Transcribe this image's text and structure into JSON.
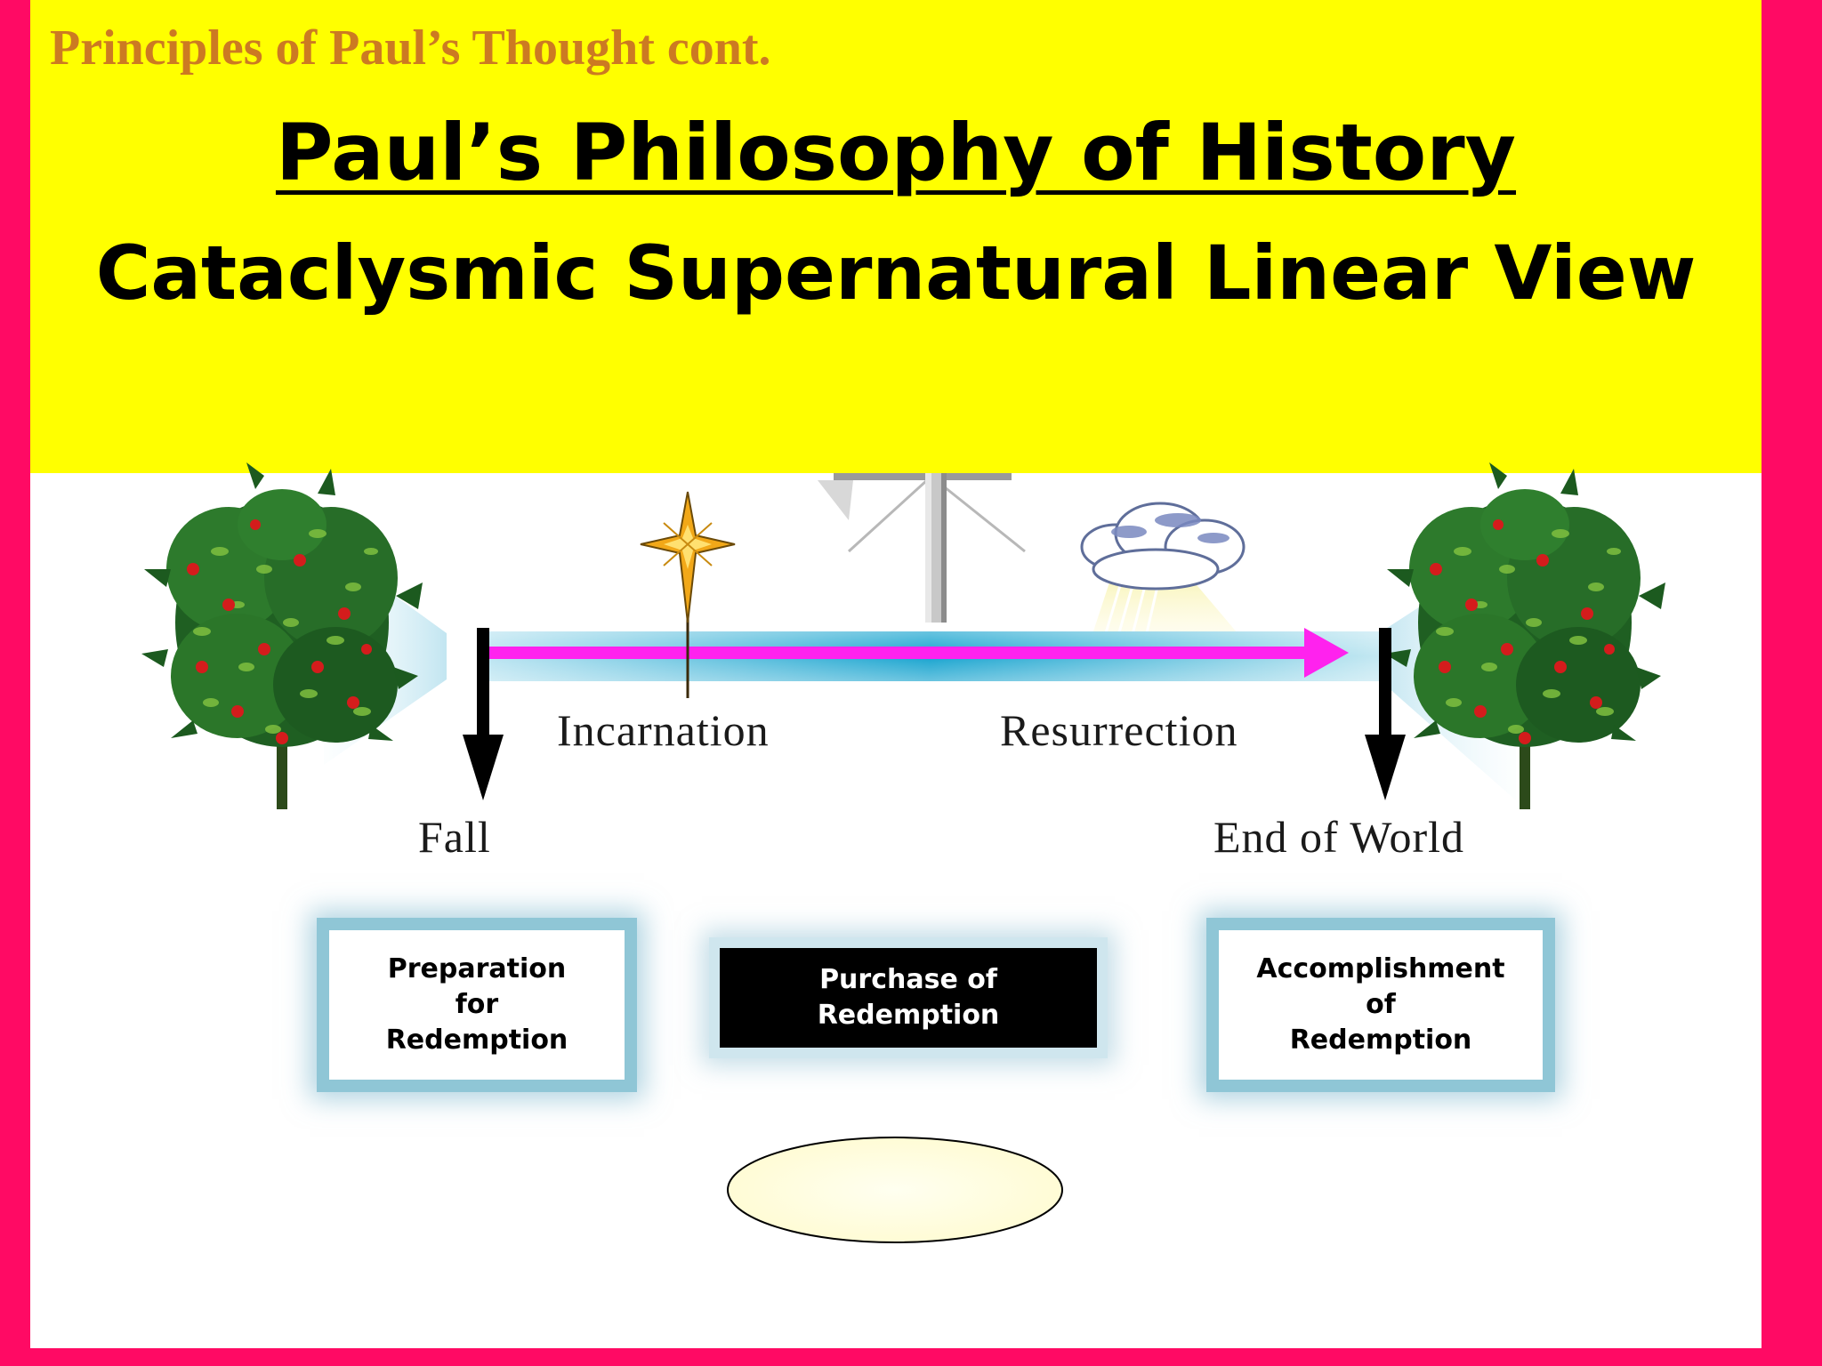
{
  "header": {
    "section_title": "Principles of Paul’s Thought cont.",
    "title": "Paul’s Philosophy of History",
    "subtitle": "Cataclysmic Supernatural Linear View"
  },
  "timeline": {
    "upper_labels": [
      "Incarnation",
      "Resurrection"
    ],
    "lower_labels": [
      "Fall",
      "End of World"
    ]
  },
  "boxes": {
    "preparation": "Preparation\nfor\nRedemption",
    "purchase": "Purchase of\nRedemption",
    "accomplishment": "Accomplishment\nof\nRedemption"
  },
  "colors": {
    "frame": "#ff0a64",
    "header_band": "#ffff00",
    "section_title": "#cc7a22",
    "arrow": "#ff22ee",
    "timeline_bar": "#3bb0d4",
    "oval_fill": "#ffffe0"
  },
  "icons": [
    "tree-left-icon",
    "star-icon",
    "cross-icon",
    "cloud-icon",
    "tree-right-icon"
  ]
}
